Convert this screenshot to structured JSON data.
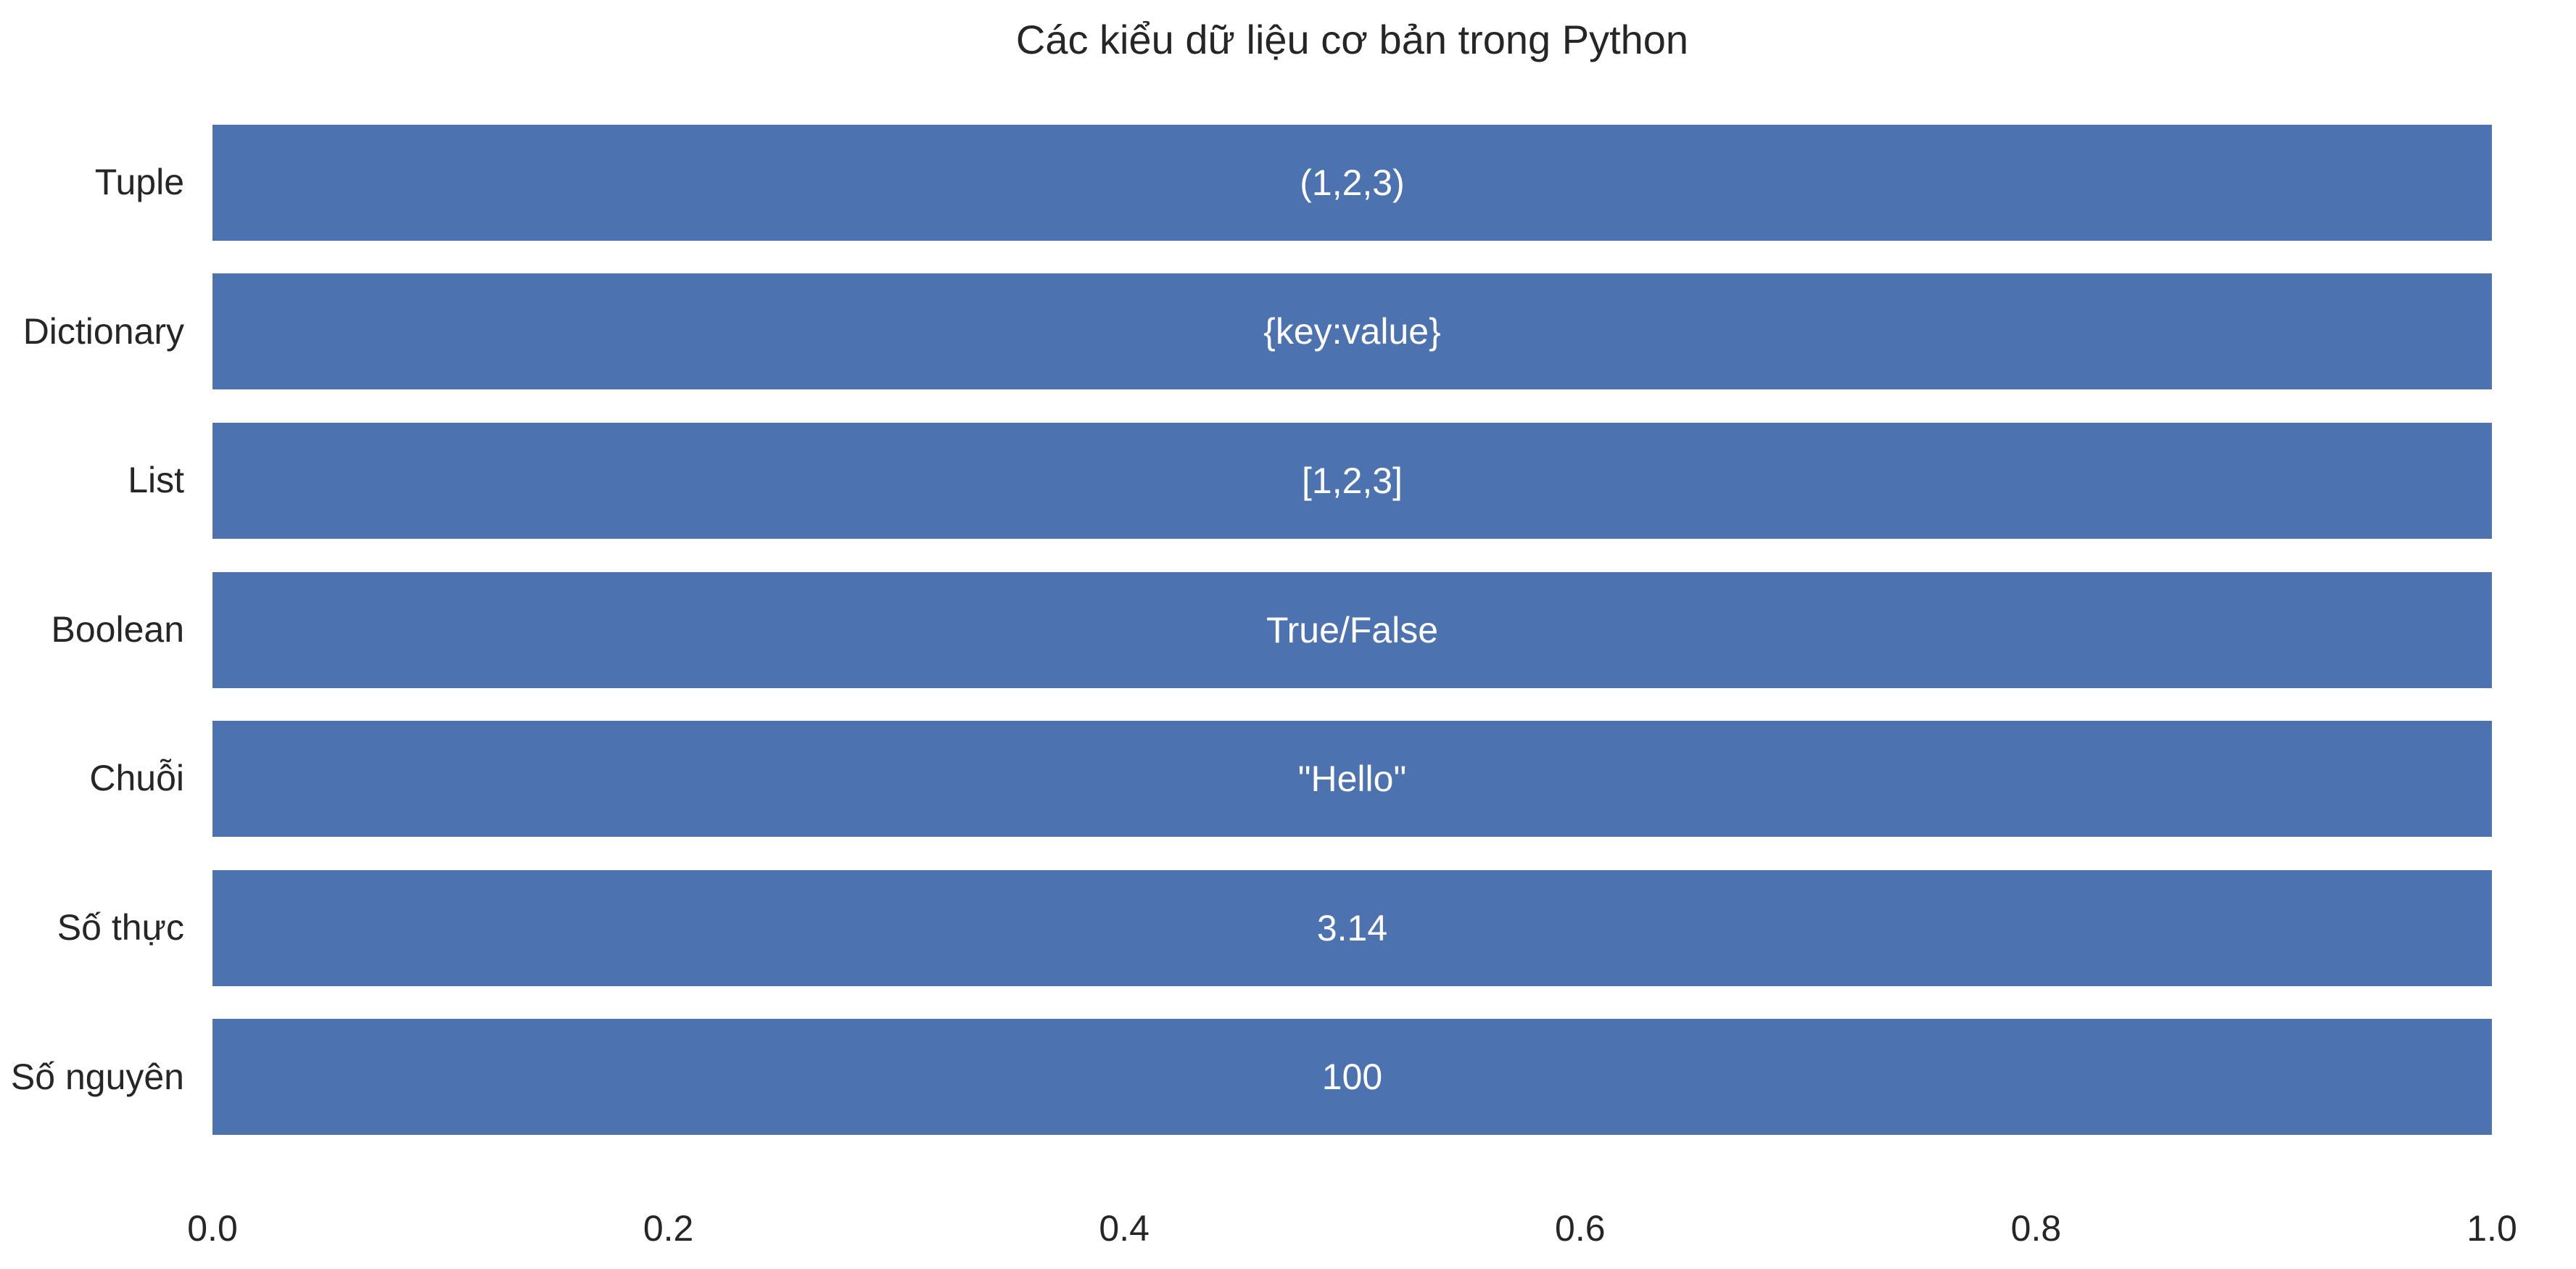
{
  "chart_data": {
    "type": "bar",
    "orientation": "horizontal",
    "order": "top-to-bottom",
    "title": "Các kiểu dữ liệu cơ bản trong Python",
    "categories": [
      "Tuple",
      "Dictionary",
      "List",
      "Boolean",
      "Chuỗi",
      "Số thực",
      "Số nguyên"
    ],
    "values": [
      1.0,
      1.0,
      1.0,
      1.0,
      1.0,
      1.0,
      1.0
    ],
    "bar_labels": [
      "(1,2,3)",
      "{key:value}",
      "[1,2,3]",
      "True/False",
      "\"Hello\"",
      "3.14",
      "100"
    ],
    "xticks": [
      "0.0",
      "0.2",
      "0.4",
      "0.6",
      "0.8",
      "1.0"
    ],
    "xlim": [
      0.0,
      1.0
    ],
    "grid": false,
    "legend": null,
    "bar_color": "#4C72B0",
    "bar_label_color": "#FFFFFF",
    "text_color": "#262626",
    "background_color": "#FFFFFF"
  }
}
